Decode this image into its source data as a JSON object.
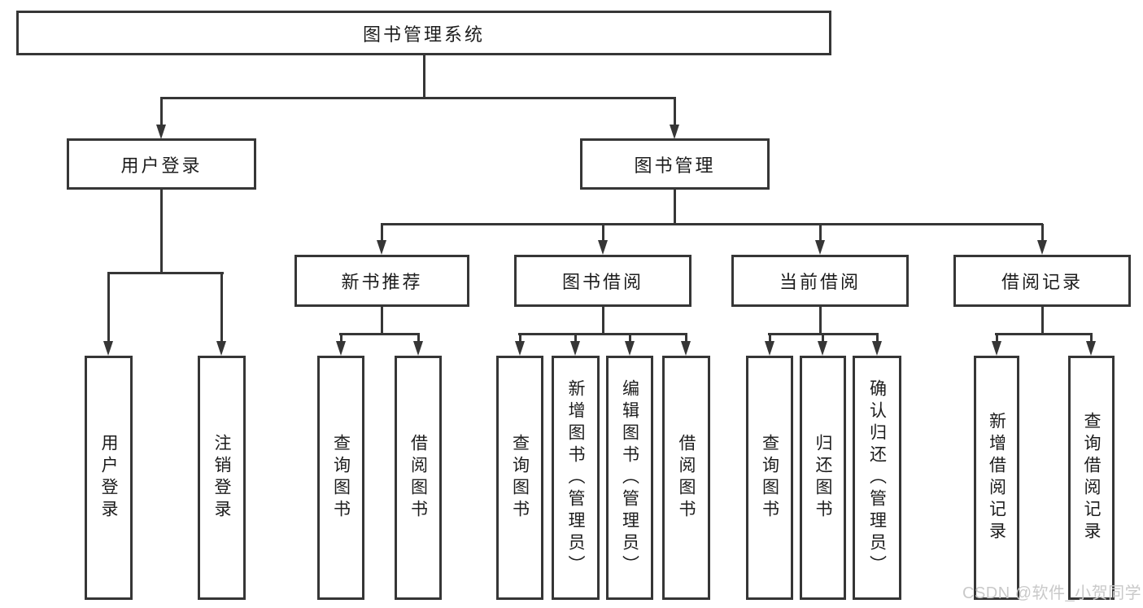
{
  "diagram": {
    "root": {
      "label": "图书管理系统",
      "children": [
        {
          "label": "用户登录",
          "children": [
            {
              "label": "用户登录"
            },
            {
              "label": "注销登录"
            }
          ]
        },
        {
          "label": "图书管理",
          "children": [
            {
              "label": "新书推荐",
              "children": [
                {
                  "label": "查询图书"
                },
                {
                  "label": "借阅图书"
                }
              ]
            },
            {
              "label": "图书借阅",
              "children": [
                {
                  "label": "查询图书"
                },
                {
                  "label": "新增图书（管理员）"
                },
                {
                  "label": "编辑图书（管理员）"
                },
                {
                  "label": "借阅图书"
                }
              ]
            },
            {
              "label": "当前借阅",
              "children": [
                {
                  "label": "查询图书"
                },
                {
                  "label": "归还图书"
                },
                {
                  "label": "确认归还（管理员）"
                }
              ]
            },
            {
              "label": "借阅记录",
              "children": [
                {
                  "label": "新增借阅记录"
                },
                {
                  "label": "查询借阅记录"
                }
              ]
            }
          ]
        }
      ]
    }
  },
  "watermark": {
    "text": "CSDN @软件_小贺同学"
  },
  "colors": {
    "line": "#363636",
    "text": "#1d1d1d",
    "watermark": "#c9c9c9",
    "background": "#ffffff"
  }
}
